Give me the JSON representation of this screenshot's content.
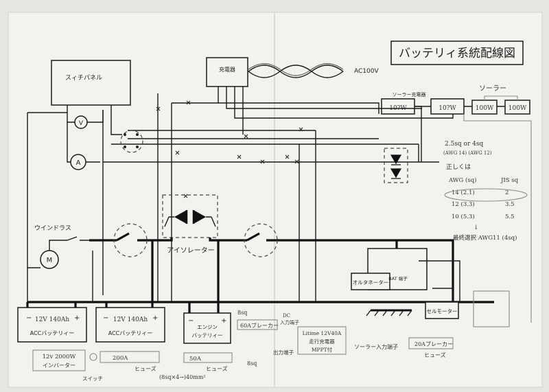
{
  "title": "バッテリィ系統配線図",
  "components": {
    "switch_panel": "スィチパネル",
    "charger": "充電器",
    "ac_label": "AC100V",
    "solar_controller_label": "ソーラー充電器",
    "solar_controller_a": "10?W",
    "solar_controller_b": "10?W",
    "solar_panel_label": "ソーラー",
    "solar_panel_a": "100W",
    "solar_panel_b": "100W",
    "voltmeter": "V",
    "ammeter": "A",
    "windlass": "ウインドラス",
    "motor": "M",
    "isolator": "アイソレーター",
    "alternator": "オルタネーター",
    "bat_terminal": "BAT\n端子",
    "starter_motor": "セルモーター"
  },
  "batteries": [
    {
      "spec": "12V 140Ah",
      "name": "ACCバッテリィー",
      "neg": "−",
      "pos": "+"
    },
    {
      "spec": "12V 140Ah",
      "name": "ACCバッテリィー",
      "neg": "−",
      "pos": "+"
    },
    {
      "spec": "",
      "name": "エンジン\nバッテリィー",
      "neg": "−",
      "pos": "+"
    }
  ],
  "wire_notes": {
    "gauge_choice": "2.5sq or 4sq",
    "awg_choice": "(AWG 14)  (AWG 12)",
    "correction": "正しくは",
    "table_header": [
      "AWG (sq)",
      "JIS sq"
    ],
    "table_rows": [
      [
        "14  (2.1)",
        "2"
      ],
      [
        "12  (3.3)",
        "3.5"
      ],
      [
        "10  (5.3)",
        "5.5"
      ]
    ],
    "arrow": "↓",
    "final": "最終選択 AWG11 (4sq)"
  },
  "annotations": {
    "inverter": "12v 2000W\nインバーター",
    "switch": "スイッチ",
    "fuse200": "200A",
    "fuse200_label": "ヒューズ",
    "fuse50": "50A",
    "fuse50_label": "ヒューズ",
    "breaker60": "60Aブレーカー",
    "dc_input": "DC\n入力端子",
    "litime": "Litime 12V40A\n走行充電器\nMPPT付",
    "output_terminal": "出力端子",
    "solar_input": "ソーラー入力端子",
    "breaker20": "20Aブレーカー",
    "breaker20_label": "ヒューズ",
    "wire_8sq": "8sq",
    "wire_8sq_b": "8sq",
    "cable_note": "(8sq×4→)40mm²"
  }
}
